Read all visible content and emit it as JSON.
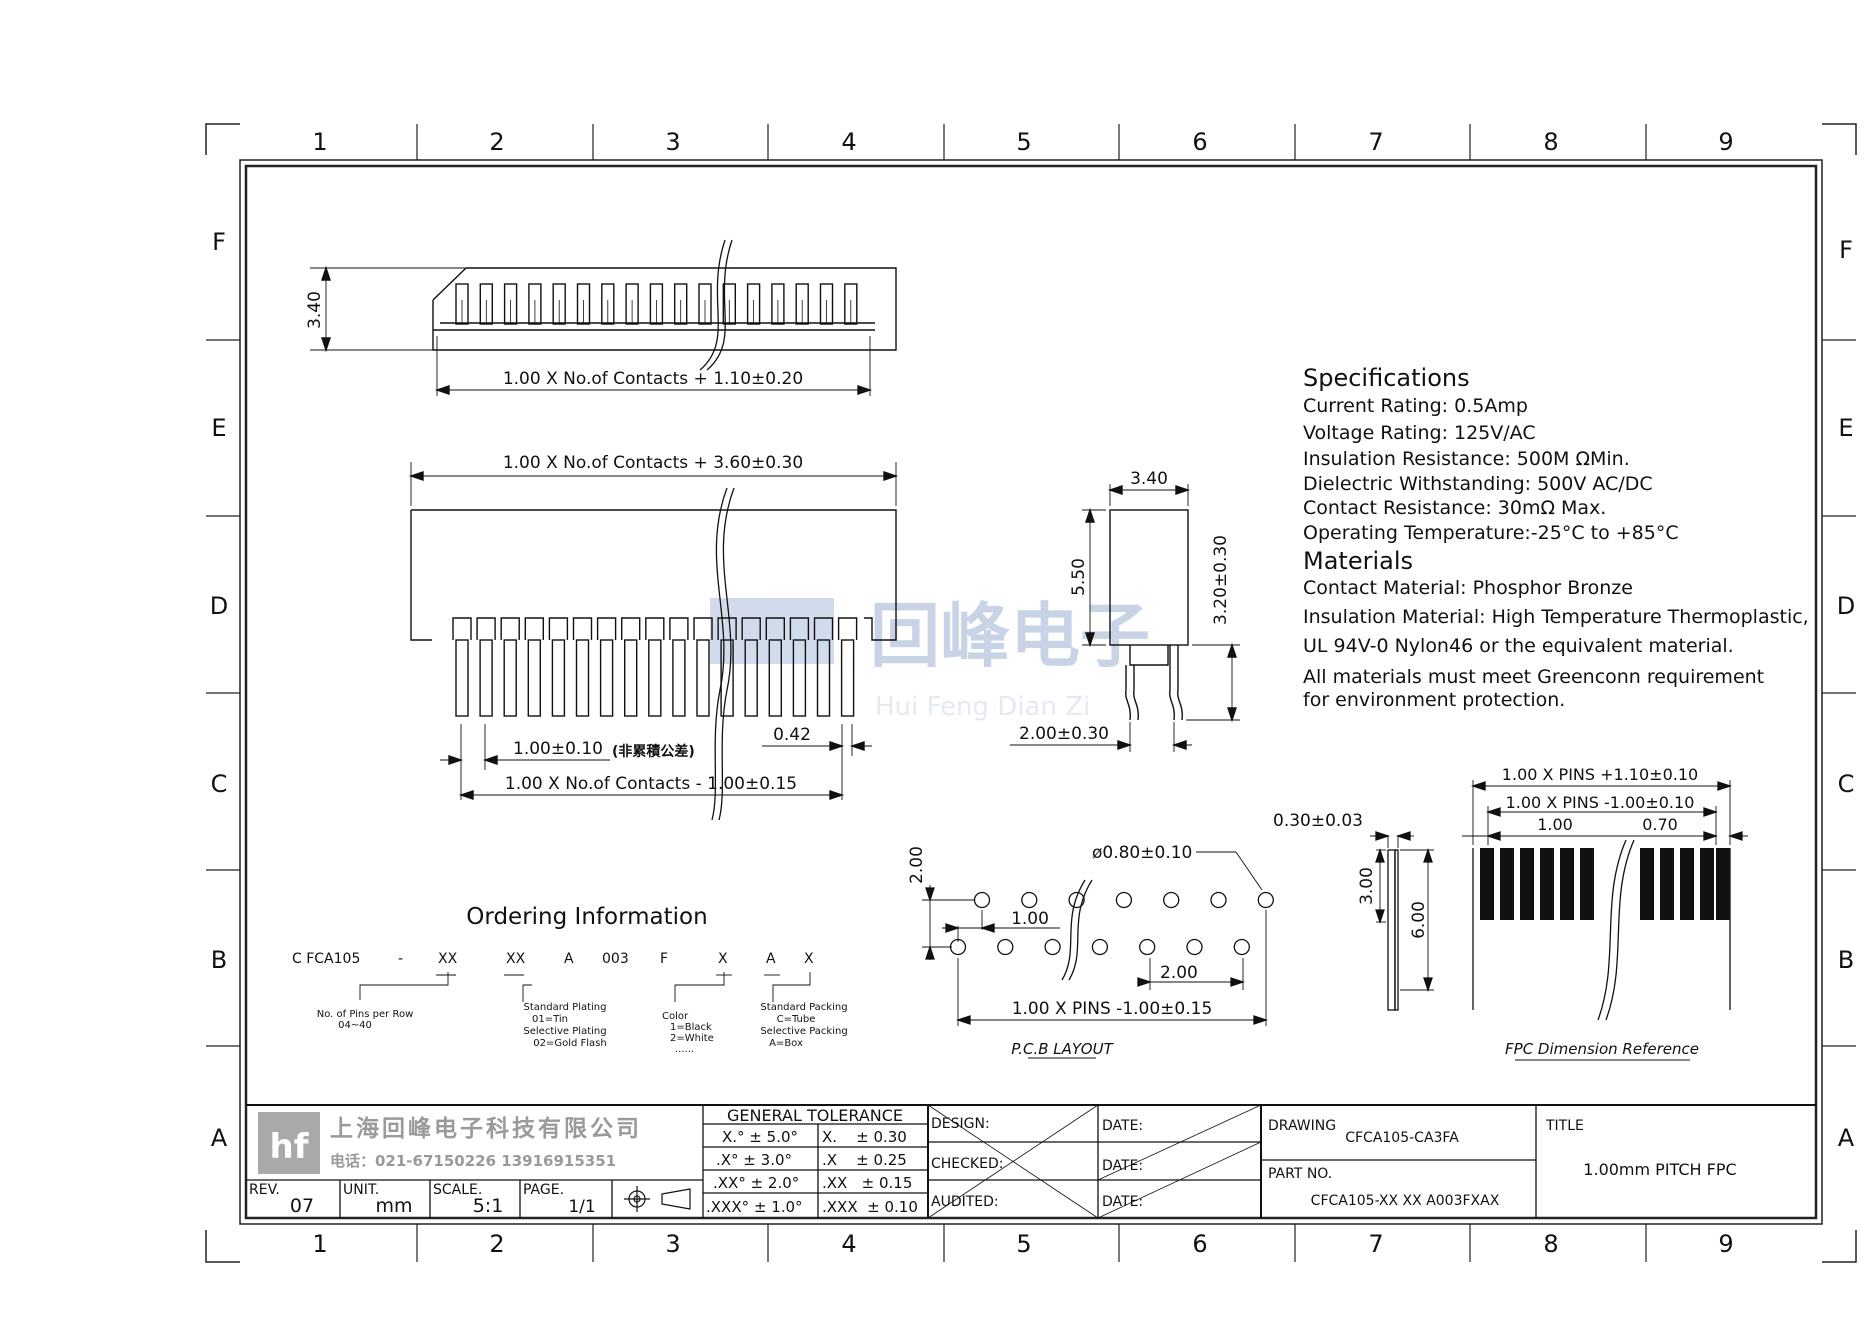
{
  "grid": {
    "columns": [
      "1",
      "2",
      "3",
      "4",
      "5",
      "6",
      "7",
      "8",
      "9"
    ],
    "rows": [
      "F",
      "E",
      "D",
      "C",
      "B",
      "A"
    ]
  },
  "top_view": {
    "height_dim": "3.40",
    "width_dim": "1.00 X No.of Contacts + 1.10±0.20"
  },
  "front_view": {
    "overall_dim": "1.00 X No.of Contacts + 3.60±0.30",
    "pitch_dim": "1.00±0.10",
    "pitch_note": "(非累積公差)",
    "pin_width_dim": "0.42",
    "pin_span_dim": "1.00 X No.of Contacts - 1.00±0.15"
  },
  "side_view": {
    "width_dim": "3.40",
    "height_dim": "5.50",
    "pin_height_dim": "3.20±0.30",
    "pin_spacing_dim": "2.00±0.30"
  },
  "specifications": {
    "title": "Specifications",
    "lines": [
      "Current Rating:  0.5Amp",
      "Voltage Rating: 125V/AC",
      "Insulation Resistance: 500M ΩMin.",
      "Dielectric Withstanding:   500V AC/DC",
      "Contact Resistance:   30mΩ Max.",
      "Operating Temperature:-25°C to +85°C"
    ]
  },
  "materials": {
    "title": "Materials",
    "lines": [
      "Contact Material: Phosphor Bronze",
      "Insulation Material: High Temperature Thermoplastic,",
      "UL 94V-0 Nylon46 or the equivalent material.",
      "All materials must meet Greenconn requirement",
      "for environment protection."
    ]
  },
  "watermark": {
    "cn": "回峰电子",
    "en": "Hui Feng Dian Zi"
  },
  "pcb_layout": {
    "caption": "P.C.B LAYOUT",
    "hole_dim": "ø0.80±0.10",
    "row_spacing_dim": "2.00",
    "pitch_dim": "1.00",
    "row_pitch_dim": "2.00",
    "span_dim": "1.00 X PINS -1.00±0.15"
  },
  "fpc": {
    "caption": "FPC Dimension Reference",
    "thickness_dim": "0.30±0.03",
    "stiffener_dim": "3.00",
    "length_dim": "6.00",
    "overall_dim": "1.00 X PINS +1.10±0.10",
    "inner_dim": "1.00 X PINS -1.00±0.10",
    "pitch_dim": "1.00",
    "trace_dim": "0.70"
  },
  "ordering": {
    "title": "Ordering Information",
    "codes": [
      "C FCA105",
      "-",
      "XX",
      "XX",
      "A",
      "003",
      "F",
      "X",
      "A",
      "X"
    ],
    "pins_note": [
      "No. of Pins per Row",
      "04~40"
    ],
    "plating_note": [
      "Standard Plating",
      "01=Tin",
      "Selective Plating",
      "02=Gold Flash"
    ],
    "color_note": [
      "Color",
      "1=Black",
      "2=White",
      "......"
    ],
    "packing_note": [
      "Standard Packing",
      "C=Tube",
      "Selective Packing",
      "A=Box"
    ]
  },
  "title_block": {
    "company": "上海回峰电子科技有限公司",
    "phone": "电话：021-67150226  13916915351",
    "rev_label": "REV.",
    "rev": "07",
    "unit_label": "UNIT.",
    "unit": "mm",
    "scale_label": "SCALE.",
    "scale": "5:1",
    "page_label": "PAGE.",
    "page": "1/1",
    "tolerance_title": "GENERAL TOLERANCE",
    "angular": [
      "X.° ± 5.0°",
      ".X° ± 3.0°",
      ".XX° ± 2.0°",
      ".XXX° ± 1.0°"
    ],
    "linear": [
      "X.    ± 0.30",
      ".X    ± 0.25",
      ".XX   ± 0.15",
      ".XXX  ± 0.10"
    ],
    "design_label": "DESIGN:",
    "checked_label": "CHECKED:",
    "audited_label": "AUDITED:",
    "date_label": "DATE:",
    "drawing_label": "DRAWING",
    "drawing_no": "CFCA105-CA3FA",
    "part_label": "PART NO.",
    "part_no": "CFCA105-XX XX A003FXAX",
    "title_label": "TITLE",
    "title": "1.00mm PITCH FPC"
  }
}
